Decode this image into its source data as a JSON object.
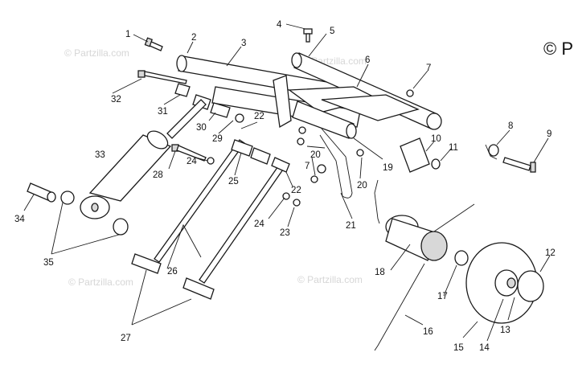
{
  "watermark": "© Partzilla.com",
  "copyright": "© P",
  "callouts": [
    {
      "n": "1"
    },
    {
      "n": "2"
    },
    {
      "n": "3"
    },
    {
      "n": "4"
    },
    {
      "n": "5"
    },
    {
      "n": "6"
    },
    {
      "n": "7"
    },
    {
      "n": "8"
    },
    {
      "n": "9"
    },
    {
      "n": "10"
    },
    {
      "n": "11"
    },
    {
      "n": "12"
    },
    {
      "n": "13"
    },
    {
      "n": "14"
    },
    {
      "n": "15"
    },
    {
      "n": "16"
    },
    {
      "n": "17"
    },
    {
      "n": "18"
    },
    {
      "n": "19"
    },
    {
      "n": "20"
    },
    {
      "n": "20"
    },
    {
      "n": "21"
    },
    {
      "n": "22"
    },
    {
      "n": "22"
    },
    {
      "n": "23"
    },
    {
      "n": "24"
    },
    {
      "n": "24"
    },
    {
      "n": "25"
    },
    {
      "n": "26"
    },
    {
      "n": "27"
    },
    {
      "n": "28"
    },
    {
      "n": "29"
    },
    {
      "n": "30"
    },
    {
      "n": "31"
    },
    {
      "n": "32"
    },
    {
      "n": "33"
    },
    {
      "n": "34"
    },
    {
      "n": "35"
    },
    {
      "n": "7"
    }
  ]
}
